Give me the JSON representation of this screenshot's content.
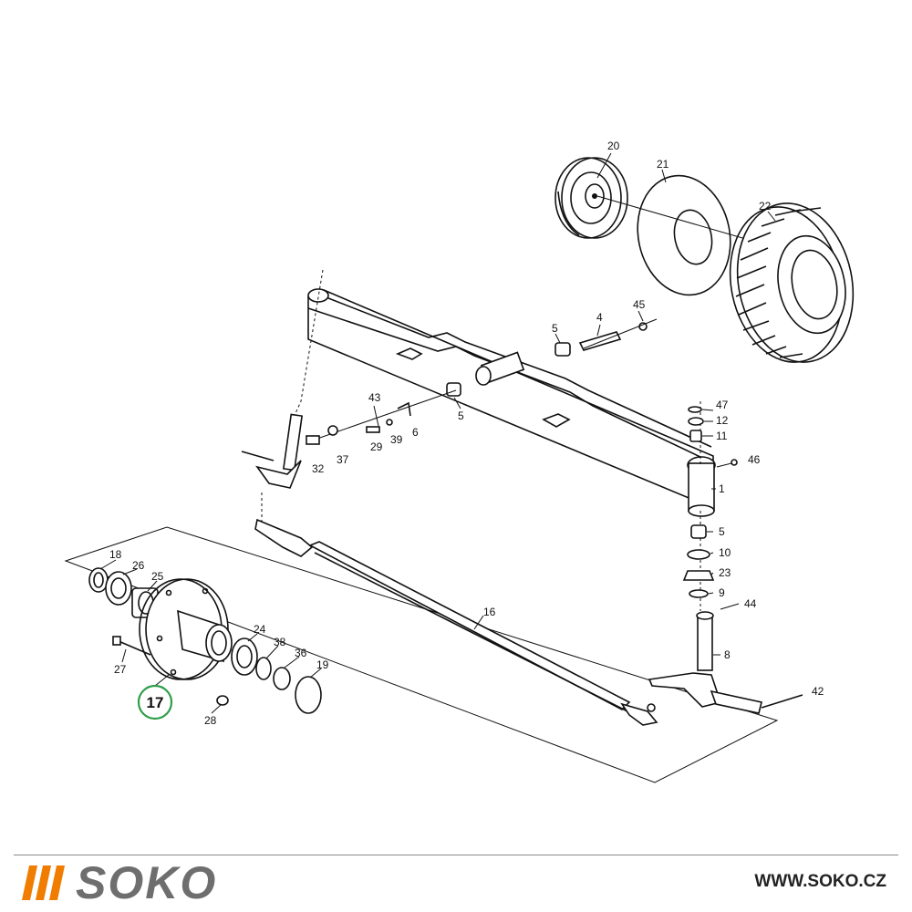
{
  "brand": {
    "name": "SOKO",
    "url": "WWW.SOKO.CZ",
    "accent_color": "#f07d00",
    "text_color": "#6e6e6e",
    "url_color": "#222222"
  },
  "highlight": {
    "label": "17",
    "ring_color": "#2e9e4a"
  },
  "parts": [
    {
      "id": "p20",
      "label": "20"
    },
    {
      "id": "p21",
      "label": "21"
    },
    {
      "id": "p22",
      "label": "22"
    },
    {
      "id": "p45",
      "label": "45"
    },
    {
      "id": "p4",
      "label": "4"
    },
    {
      "id": "p5a",
      "label": "5"
    },
    {
      "id": "p5b",
      "label": "5"
    },
    {
      "id": "p43",
      "label": "43"
    },
    {
      "id": "p6",
      "label": "6"
    },
    {
      "id": "p29",
      "label": "29"
    },
    {
      "id": "p39",
      "label": "39"
    },
    {
      "id": "p32",
      "label": "32"
    },
    {
      "id": "p37",
      "label": "37"
    },
    {
      "id": "p47",
      "label": "47"
    },
    {
      "id": "p12",
      "label": "12"
    },
    {
      "id": "p11",
      "label": "11"
    },
    {
      "id": "p46",
      "label": "46"
    },
    {
      "id": "p1",
      "label": "1"
    },
    {
      "id": "p5c",
      "label": "5"
    },
    {
      "id": "p10",
      "label": "10"
    },
    {
      "id": "p23",
      "label": "23"
    },
    {
      "id": "p9",
      "label": "9"
    },
    {
      "id": "p44",
      "label": "44"
    },
    {
      "id": "p8",
      "label": "8"
    },
    {
      "id": "p42",
      "label": "42"
    },
    {
      "id": "p16",
      "label": "16"
    },
    {
      "id": "p18",
      "label": "18"
    },
    {
      "id": "p26",
      "label": "26"
    },
    {
      "id": "p25",
      "label": "25"
    },
    {
      "id": "p24",
      "label": "24"
    },
    {
      "id": "p38",
      "label": "38"
    },
    {
      "id": "p36",
      "label": "36"
    },
    {
      "id": "p19",
      "label": "19"
    },
    {
      "id": "p27",
      "label": "27"
    },
    {
      "id": "p28",
      "label": "28"
    }
  ]
}
